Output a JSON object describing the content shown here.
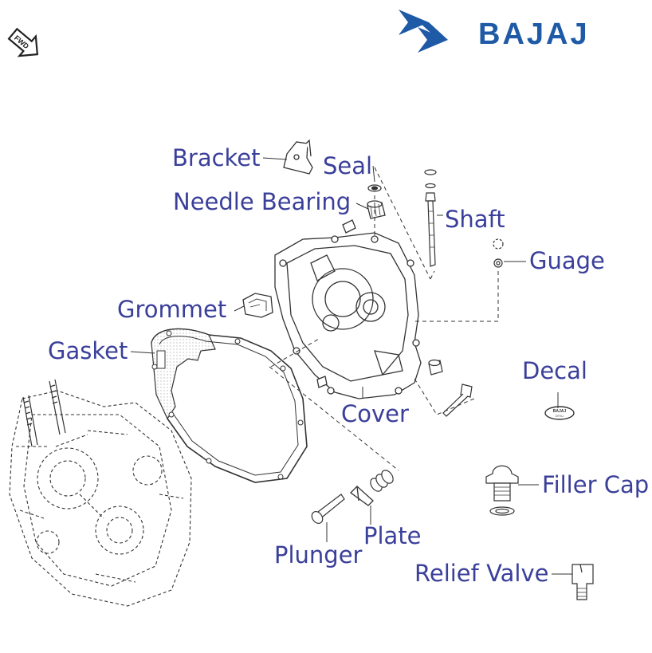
{
  "brand": {
    "name": "BAJAJ",
    "color": "#1f5aa6"
  },
  "orientation_badge": {
    "label": "FWD",
    "icon": "forward-arrow-icon"
  },
  "label_color": "#3a3f9a",
  "parts": {
    "bracket": "Bracket",
    "seal": "Seal",
    "needle_bearing": "Needle Bearing",
    "shaft": "Shaft",
    "guage": "Guage",
    "grommet": "Grommet",
    "gasket": "Gasket",
    "decal": "Decal",
    "cover": "Cover",
    "filler_cap": "Filler Cap",
    "plate": "Plate",
    "plunger": "Plunger",
    "relief_valve": "Relief Valve"
  },
  "decal_badge": {
    "line1": "BAJAJ",
    "line2": "DTS-i"
  }
}
